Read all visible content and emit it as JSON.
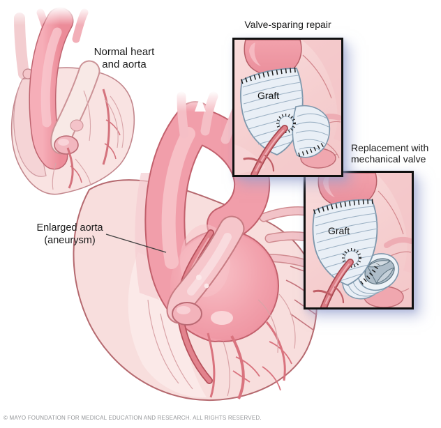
{
  "panels": {
    "normal_heart": {
      "label": "Normal heart\nand aorta"
    },
    "enlarged_heart": {
      "label": "Enlarged aorta\n(aneurysm)"
    },
    "valve_sparing_inset": {
      "title": "Valve-sparing repair",
      "graft_label": "Graft"
    },
    "mechanical_valve_inset": {
      "title": "Replacement with\nmechanical valve",
      "graft_label": "Graft"
    }
  },
  "footer": {
    "copyright": "© MAYO FOUNDATION FOR MEDICAL EDUCATION AND RESEARCH. ALL RIGHTS RESERVED."
  },
  "colors": {
    "background": "#ffffff",
    "aorta_pink": "#f19eaa",
    "aorta_outline": "#c2606c",
    "heart_tissue_light": "#f8dedd",
    "vessel_red": "#d9737e",
    "graft_blue": "#e9eff6",
    "graft_rib_blue": "#9cb1c4",
    "inset_background": "#f6d2d3",
    "inset_border": "#101010",
    "inset_shadow": "#99a3d1",
    "stitch_black": "#1c1c1c",
    "label_text": "#1a1a1a",
    "footer_text": "#939598"
  }
}
